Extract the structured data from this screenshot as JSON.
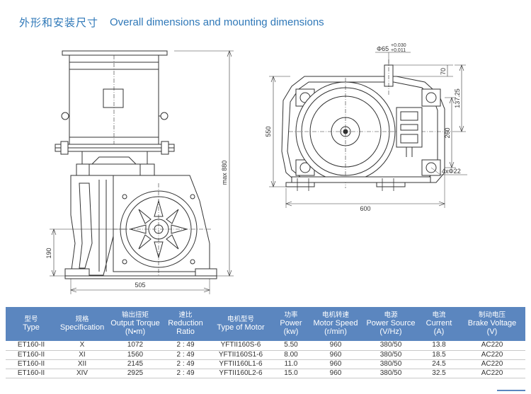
{
  "header": {
    "title_cn": "外形和安装尺寸",
    "title_en": "Overall dimensions and mounting dimensions"
  },
  "dimensions": {
    "shaft": "Φ65",
    "tol_upper": "+0.030",
    "tol_lower": "+0.011",
    "d70": "70",
    "d137": "137.25",
    "d550": "550",
    "d260": "260",
    "d880": "max 880",
    "d190": "190",
    "d505": "505",
    "d600": "600",
    "holes": "4xΦ22"
  },
  "table": {
    "headers": [
      {
        "cn": "型号",
        "en": "Type"
      },
      {
        "cn": "规格",
        "en": "Specification"
      },
      {
        "cn": "输出扭矩",
        "en": "Output Torque",
        "en2": "(N•m)"
      },
      {
        "cn": "速比",
        "en": "Reduction",
        "en2": "Ratio"
      },
      {
        "cn": "电机型号",
        "en": "Type of Motor"
      },
      {
        "cn": "功率",
        "en": "Power",
        "en2": "(kw)"
      },
      {
        "cn": "电机转速",
        "en": "Motor Speed",
        "en2": "(r/min)"
      },
      {
        "cn": "电源",
        "en": "Power Source",
        "en2": "(V/Hz)"
      },
      {
        "cn": "电流",
        "en": "Current",
        "en2": "(A)"
      },
      {
        "cn": "制动电压",
        "en": "Brake Voltage",
        "en2": "(V)"
      }
    ],
    "rows": [
      [
        "ET160-II",
        "X",
        "1072",
        "2 : 49",
        "YFTII160S-6",
        "5.50",
        "960",
        "380/50",
        "13.8",
        "AC220"
      ],
      [
        "ET160-II",
        "XI",
        "1560",
        "2 : 49",
        "YFTII160S1-6",
        "8.00",
        "960",
        "380/50",
        "18.5",
        "AC220"
      ],
      [
        "ET160-II",
        "XII",
        "2145",
        "2 : 49",
        "YFTII160L1-6",
        "11.0",
        "960",
        "380/50",
        "24.5",
        "AC220"
      ],
      [
        "ET160-II",
        "XIV",
        "2925",
        "2 : 49",
        "YFTII160L2-6",
        "15.0",
        "960",
        "380/50",
        "32.5",
        "AC220"
      ]
    ]
  }
}
